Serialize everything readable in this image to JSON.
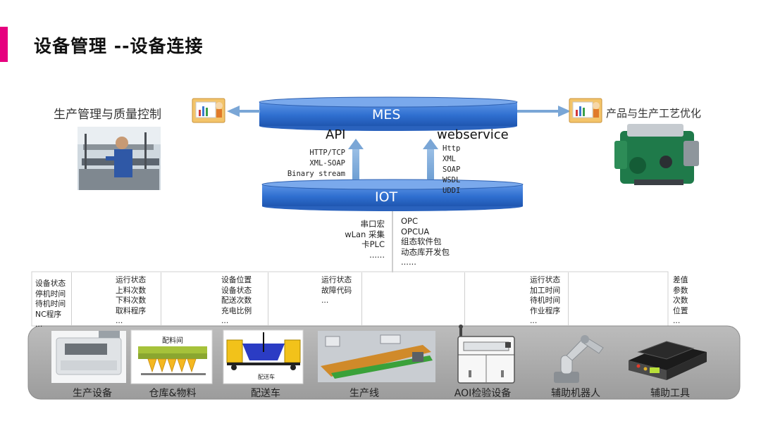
{
  "title": "设备管理 --设备连接",
  "left_label": "生产管理与质量控制",
  "right_label": "产品与生产工艺优化",
  "mes_label": "MES",
  "iot_label": "IOT",
  "api_label": "API",
  "webservice_label": "webservice",
  "api_protocols": [
    "HTTP/TCP",
    "XML-SOAP",
    "Binary stream"
  ],
  "webservice_protocols": [
    "Http",
    "XML",
    "SOAP",
    "WSDL",
    "UDDI"
  ],
  "iot_left_methods": [
    "串口宏",
    "wLan 采集",
    "卡PLC",
    "......"
  ],
  "iot_right_methods": [
    "OPC",
    "OPCUA",
    "组态软件包",
    "动态库开发包",
    "......"
  ],
  "data_columns": [
    [
      "设备状态",
      "停机时间",
      "待机时间",
      "NC程序",
      "..."
    ],
    [
      "运行状态",
      "上料次数",
      "下料次数",
      "取料程序",
      "..."
    ],
    [
      "设备位置",
      "设备状态",
      "配送次数",
      "充电比例",
      "..."
    ],
    [
      "运行状态",
      "故障代码",
      "..."
    ],
    [
      "运行状态",
      "加工时间",
      "待机时间",
      "作业程序",
      "..."
    ],
    [
      "差值",
      "参数",
      "次数",
      "位置",
      "..."
    ]
  ],
  "equipment": [
    {
      "label": "生产设备",
      "icon": "production-machine-image"
    },
    {
      "label": "仓库&物料",
      "icon": "warehouse-image"
    },
    {
      "label": "配送车",
      "icon": "delivery-vehicle-image"
    },
    {
      "label": "生产线",
      "icon": "production-line-image"
    },
    {
      "label": "AOI检验设备",
      "icon": "aoi-machine-image"
    },
    {
      "label": "辅助机器人",
      "icon": "robot-arm-image"
    },
    {
      "label": "辅助工具",
      "icon": "tool-device-image"
    }
  ],
  "warehouse_image_text": "配料间",
  "vehicle_image_text": "配送车",
  "colors": {
    "accent": "#e6007e",
    "bus_blue": "#2f6fd0",
    "arrow_blue": "#7aa6d6",
    "panel_gray": "#a8a8a8"
  }
}
